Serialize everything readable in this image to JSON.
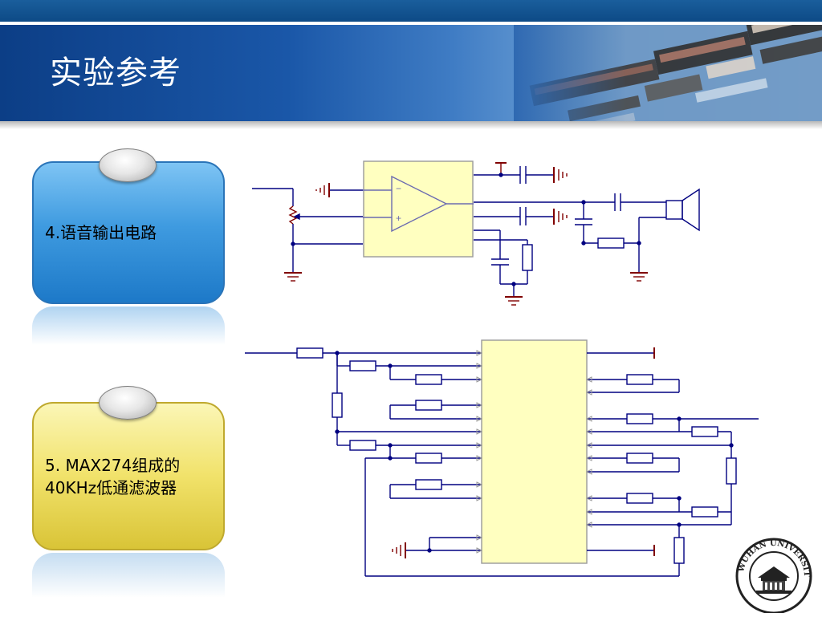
{
  "slide": {
    "title": "实验参考"
  },
  "cards": [
    {
      "text": "4.语音输出电路",
      "color": "blue"
    },
    {
      "text": "5. MAX274组成的40KHz低通滤波器",
      "color": "yellow"
    }
  ],
  "logo": {
    "text": "WUHAN UNIVERSITY"
  },
  "colors": {
    "header_dark": "#0c3e86",
    "wire": "#000080",
    "ic_fill": "#ffffc0",
    "ground": "#800000",
    "component": "#1010a0"
  }
}
